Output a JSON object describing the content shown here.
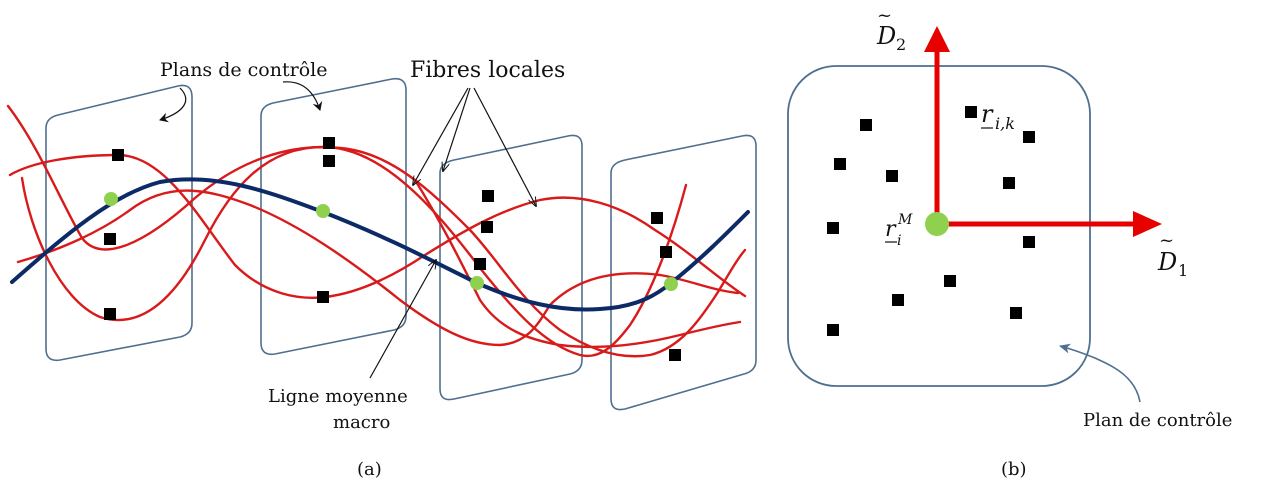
{
  "panel_a": {
    "caption": "(a)",
    "labels": {
      "control_planes": "Plans de contrôle",
      "local_fibers": "Fibres locales",
      "mean_line_1": "Ligne moyenne",
      "mean_line_2": "macro"
    }
  },
  "panel_b": {
    "caption": "(b)",
    "labels": {
      "axis_d2_symbol": "D",
      "axis_d2_sub": "2",
      "axis_d1_symbol": "D",
      "axis_d1_sub": "1",
      "tilde": "~",
      "fiber_point_symbol": "r",
      "fiber_point_sub": "i,k",
      "macro_point_symbol": "r",
      "macro_point_sub": "i",
      "macro_point_sup": "M",
      "control_plane": "Plan de contrôle"
    }
  },
  "colors": {
    "plane_stroke": "#4f6f8f",
    "fiber_red": "#d91a1a",
    "mean_line": "#0b2a66",
    "node_green": "#8fd14f",
    "fiber_marker": "#000000",
    "axis_red": "#e60000"
  }
}
